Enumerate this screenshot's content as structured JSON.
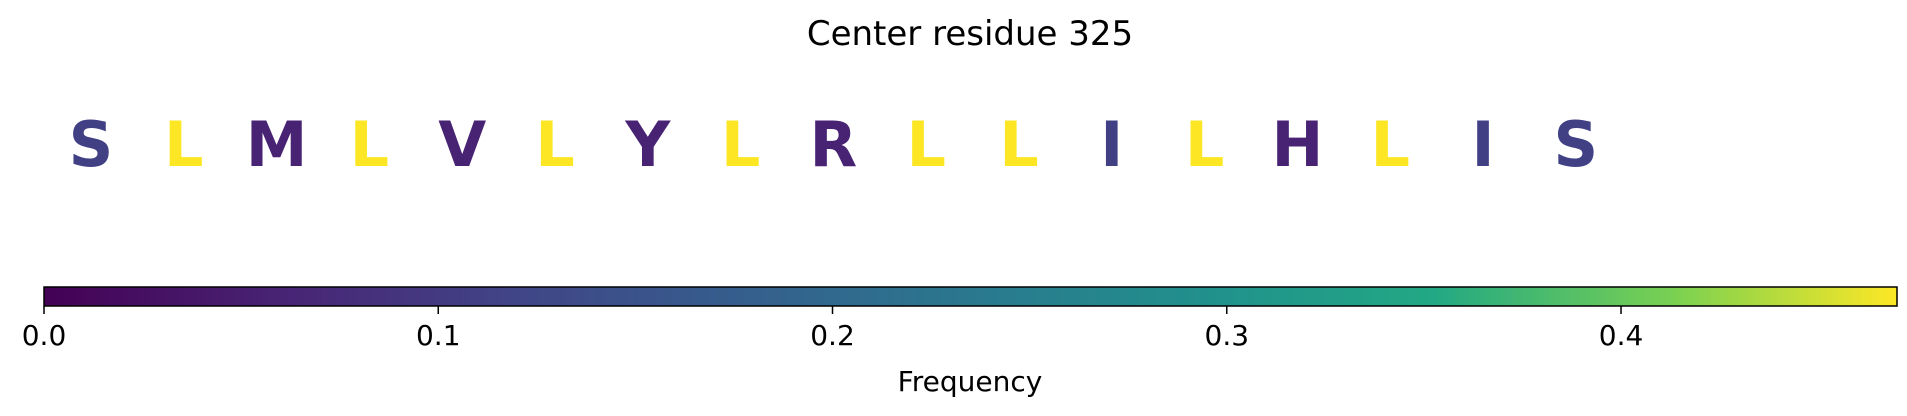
{
  "chart_data": {
    "type": "heatmap",
    "title": "Center residue 325",
    "residues": [
      {
        "letter": "S",
        "value": 0.11
      },
      {
        "letter": "L",
        "value": 0.47
      },
      {
        "letter": "M",
        "value": 0.06
      },
      {
        "letter": "L",
        "value": 0.47
      },
      {
        "letter": "V",
        "value": 0.06
      },
      {
        "letter": "L",
        "value": 0.47
      },
      {
        "letter": "Y",
        "value": 0.06
      },
      {
        "letter": "L",
        "value": 0.47
      },
      {
        "letter": "R",
        "value": 0.06
      },
      {
        "letter": "L",
        "value": 0.47
      },
      {
        "letter": "L",
        "value": 0.47
      },
      {
        "letter": "I",
        "value": 0.11
      },
      {
        "letter": "L",
        "value": 0.47
      },
      {
        "letter": "H",
        "value": 0.06
      },
      {
        "letter": "L",
        "value": 0.47
      },
      {
        "letter": "I",
        "value": 0.11
      },
      {
        "letter": "S",
        "value": 0.11
      }
    ],
    "colorbar": {
      "label": "Frequency",
      "range": [
        0.0,
        0.47
      ],
      "ticks": [
        "0.0",
        "0.1",
        "0.2",
        "0.3",
        "0.4"
      ],
      "tick_values": [
        0.0,
        0.1,
        0.2,
        0.3,
        0.4
      ],
      "colormap": "viridis"
    }
  }
}
